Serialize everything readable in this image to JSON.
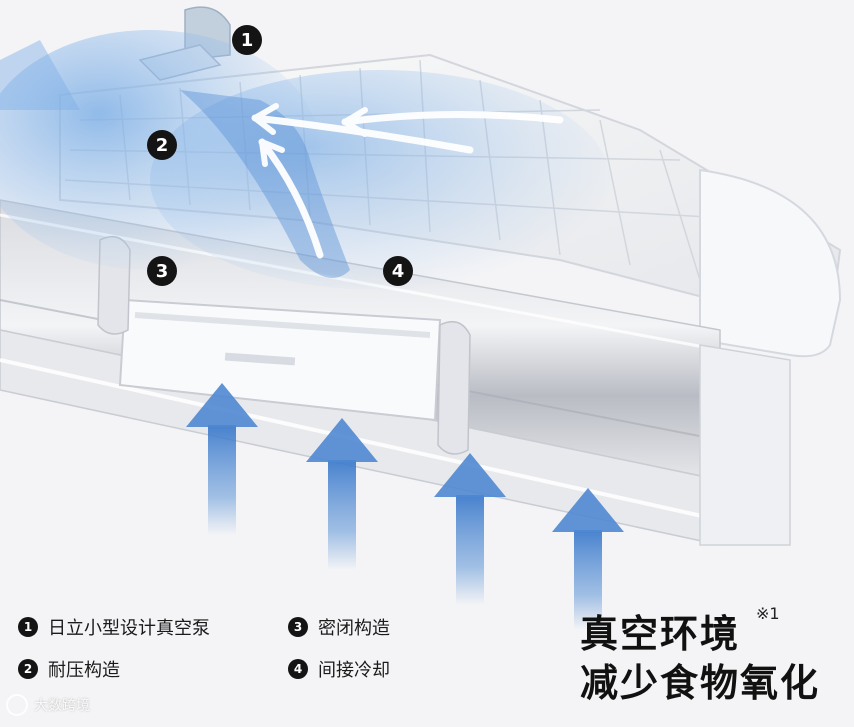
{
  "markers": [
    "1",
    "2",
    "3",
    "4"
  ],
  "legend": [
    {
      "num": "1",
      "text": "日立小型设计真空泵"
    },
    {
      "num": "2",
      "text": "耐压构造"
    },
    {
      "num": "3",
      "text": "密闭构造"
    },
    {
      "num": "4",
      "text": "间接冷却"
    }
  ],
  "headline": {
    "line1": "真空环境",
    "line2": "减少食物氧化",
    "note": "※1"
  },
  "watermark": "大数跨境",
  "colors": {
    "background": "#f4f4f6",
    "airflow": "#5b93d6",
    "marker": "#141414"
  }
}
